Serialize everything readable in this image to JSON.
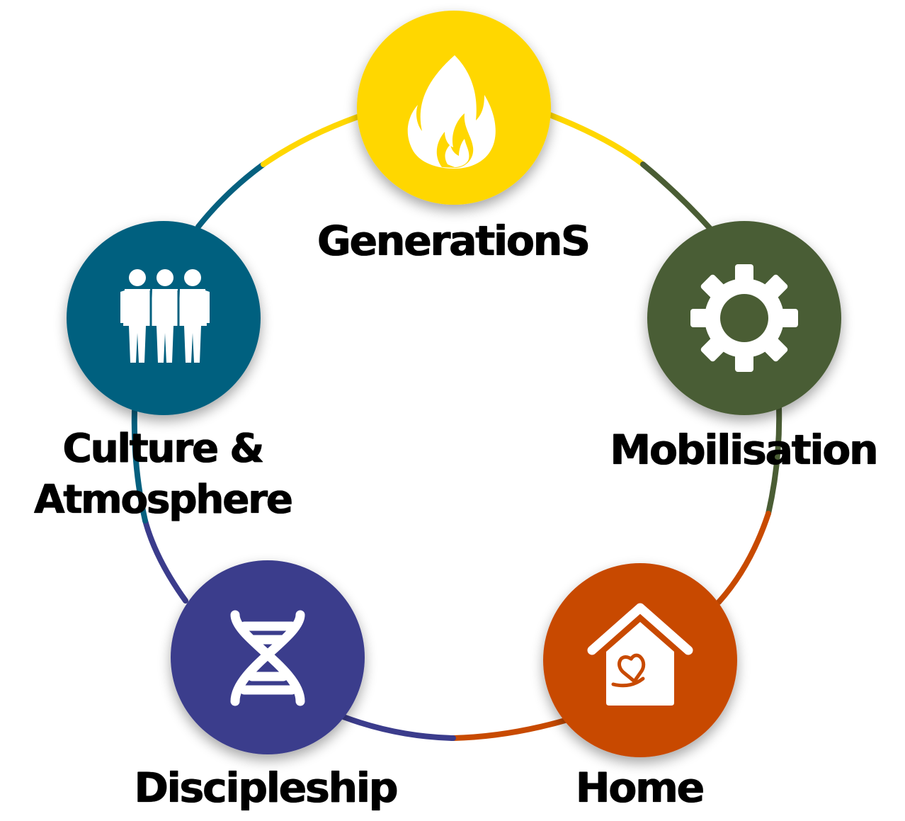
{
  "nodes": [
    {
      "id": "generations",
      "label": "GenerationS",
      "icon": "flame-icon",
      "color": "#FFD700"
    },
    {
      "id": "mobilisation",
      "label": "Mobilisation",
      "icon": "gear-icon",
      "color": "#4A5D34"
    },
    {
      "id": "home",
      "label": "Home",
      "icon": "house-heart-icon",
      "color": "#C84A00"
    },
    {
      "id": "discipleship",
      "label": "Discipleship",
      "icon": "dna-icon",
      "color": "#3B3C8C"
    },
    {
      "id": "culture",
      "label_line1": "Culture &",
      "label_line2": "Atmosphere",
      "icon": "people-group-icon",
      "color": "#05607F"
    }
  ],
  "ring_colors": {
    "yellow": "#FFD700",
    "green": "#4A5D34",
    "orange": "#C84A00",
    "indigo": "#3B3C8C",
    "teal": "#05607F"
  }
}
